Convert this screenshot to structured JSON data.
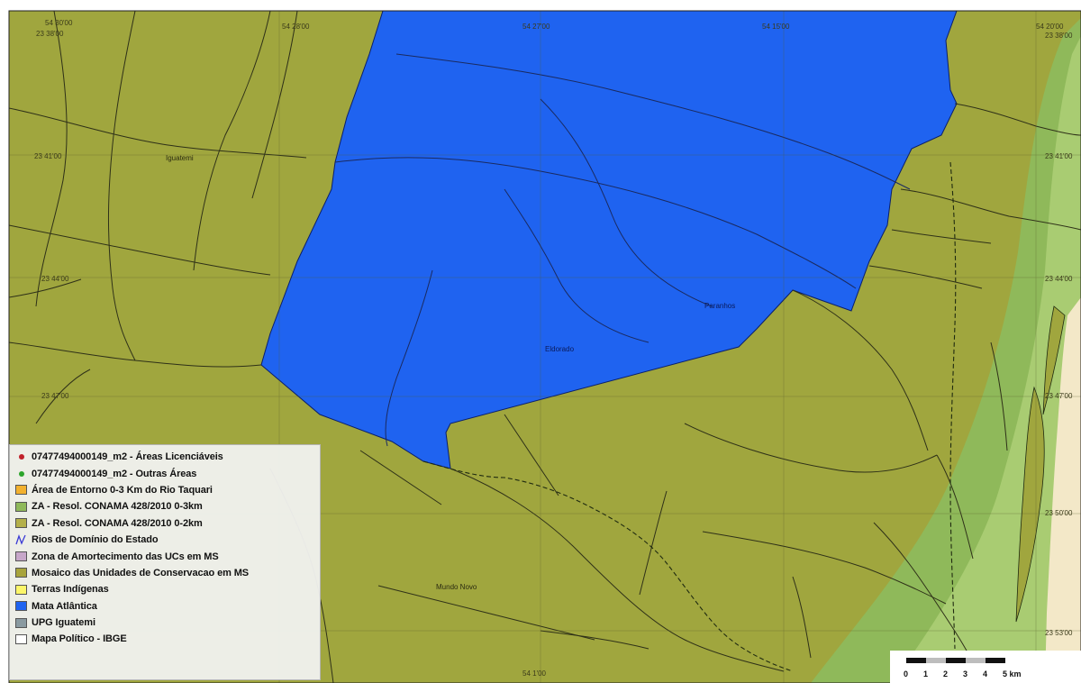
{
  "colors": {
    "map_background": "#a0a63e",
    "mata_atlantica": "#1f63f0",
    "buffer_0_3km": "#8fb95a",
    "buffer_0_2km": "#b4b04a",
    "river_line": "#2e3018",
    "boundary": "#1f2a10",
    "gleba_east": "#f3e8c8",
    "legend_bg": "#f0f0ee"
  },
  "coordinates": {
    "top": [
      "54 30'00",
      "54 28'00",
      "54 27'00",
      "54 15'00",
      "54 20'00"
    ],
    "left": [
      "23 38'00",
      "23 41'00",
      "23 44'00",
      "23 47'00"
    ],
    "right": [
      "23 38'00",
      "23 41'00",
      "23 44'00",
      "23 47'00",
      "23 50'00",
      "23 53'00"
    ],
    "bottom": [
      "54 1'00"
    ]
  },
  "places": {
    "iguatemi": "Iguatemi",
    "paranhos": "Paranhos",
    "mundo_novo": "Mundo Novo",
    "eldorado": "Eldorado"
  },
  "legend": {
    "items": [
      {
        "label": "07477494000149_m2 - Áreas Licenciáveis",
        "symbol": "dot",
        "color": "#c0202a"
      },
      {
        "label": "07477494000149_m2 - Outras Áreas",
        "symbol": "dot",
        "color": "#2ca52c"
      },
      {
        "label": "Área de Entorno 0-3 Km do Rio Taquari",
        "symbol": "box",
        "color": "#f2b12e"
      },
      {
        "label": "ZA - Resol. CONAMA 428/2010 0-3km",
        "symbol": "box",
        "color": "#8fb95a"
      },
      {
        "label": "ZA - Resol. CONAMA 428/2010 0-2km",
        "symbol": "box",
        "color": "#b4b04a"
      },
      {
        "label": "Rios de Domínio do Estado",
        "symbol": "river",
        "color": "#3b3bd6"
      },
      {
        "label": "Zona de Amortecimento das UCs em MS",
        "symbol": "box",
        "color": "#c7a7c9"
      },
      {
        "label": "Mosaico das Unidades de Conservacao em MS",
        "symbol": "box",
        "color": "#a8a43c"
      },
      {
        "label": "Terras Indígenas",
        "symbol": "box",
        "color": "#fcf66a"
      },
      {
        "label": "Mata Atlântica",
        "symbol": "box",
        "color": "#1f63f0"
      },
      {
        "label": "UPG Iguatemi",
        "symbol": "box",
        "color": "#8a9aa0"
      },
      {
        "label": "Mapa Político - IBGE",
        "symbol": "box",
        "color": "#ffffff"
      }
    ]
  },
  "scale": {
    "labels": [
      "0",
      "1",
      "2",
      "3",
      "4",
      "5 km"
    ]
  }
}
